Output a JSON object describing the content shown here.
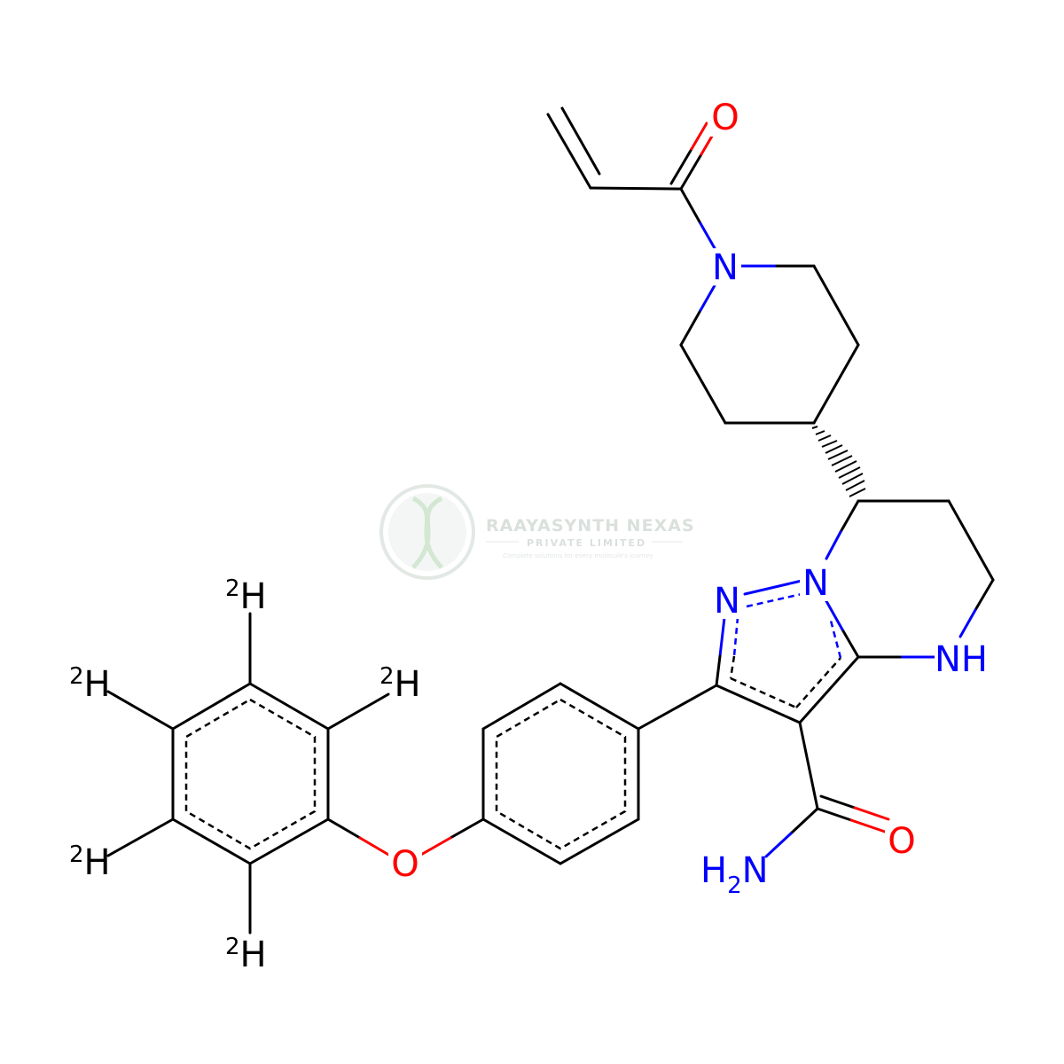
{
  "watermark": {
    "company": "RAAYASYNTH NEXAS",
    "subtitle": "PRIVATE LIMITED",
    "tagline": "Complete solutions for every molecule's journey",
    "color": "#d6ddd8"
  },
  "atoms": {
    "carbonyl_o_top": "O",
    "piperidine_n": "N",
    "pyrazole_n2": "N",
    "pyrazole_n1": "N",
    "amine_nh": "NH",
    "amide_o": "O",
    "amide_nh2_h": "H",
    "amide_nh2_sub": "2",
    "amide_nh2_n": "N",
    "ether_o": "O",
    "deuterium_label": "H",
    "deuterium_mass": "2"
  },
  "colors": {
    "carbon_bond": "#000000",
    "nitrogen": "#0000ff",
    "oxygen": "#ff0000"
  }
}
